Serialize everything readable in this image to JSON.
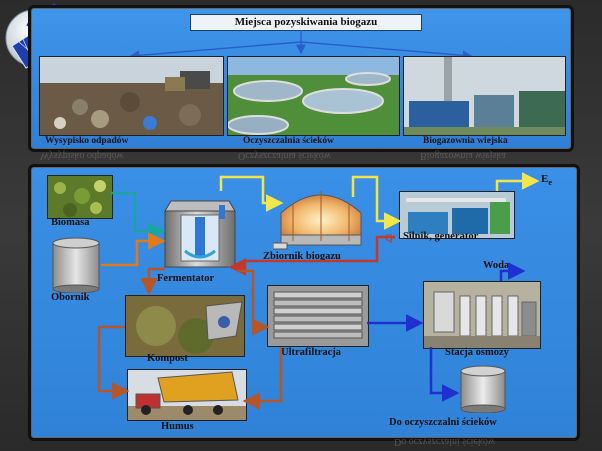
{
  "top": {
    "title": "Miejsca pozyskiwania biogazu",
    "captions": [
      "Wysypisko odpadów",
      "Oczyszczalnia ścieków",
      "Biogazownia wiejska"
    ]
  },
  "bottom": {
    "biomasa": "Biomasa",
    "obornik": "Obornik",
    "fermentator": "Fermentator",
    "zbiornik": "Zbiornik biogazu",
    "silnik": "Silnik, generator",
    "woda": "Woda",
    "q": "Q",
    "e_main": "E",
    "e_sub": "e",
    "kompost": "Kompost",
    "ultrafiltracja": "Ultrafiltracja",
    "stacja": "Stacja  osmozy",
    "humus": "Humus",
    "oczyszczalnia": "Do oczyszczalni ścieków"
  },
  "colors": {
    "panel_blue": "#3b8fe0",
    "arrow_blue": "#3b6fd8",
    "arrow_teal": "#1aa4a4",
    "arrow_orange": "#e07a1c",
    "arrow_red": "#c0392b",
    "arrow_yellow": "#f2e64a",
    "arrow_deep_blue": "#1f2fd0",
    "arrow_brown": "#b5562a"
  }
}
